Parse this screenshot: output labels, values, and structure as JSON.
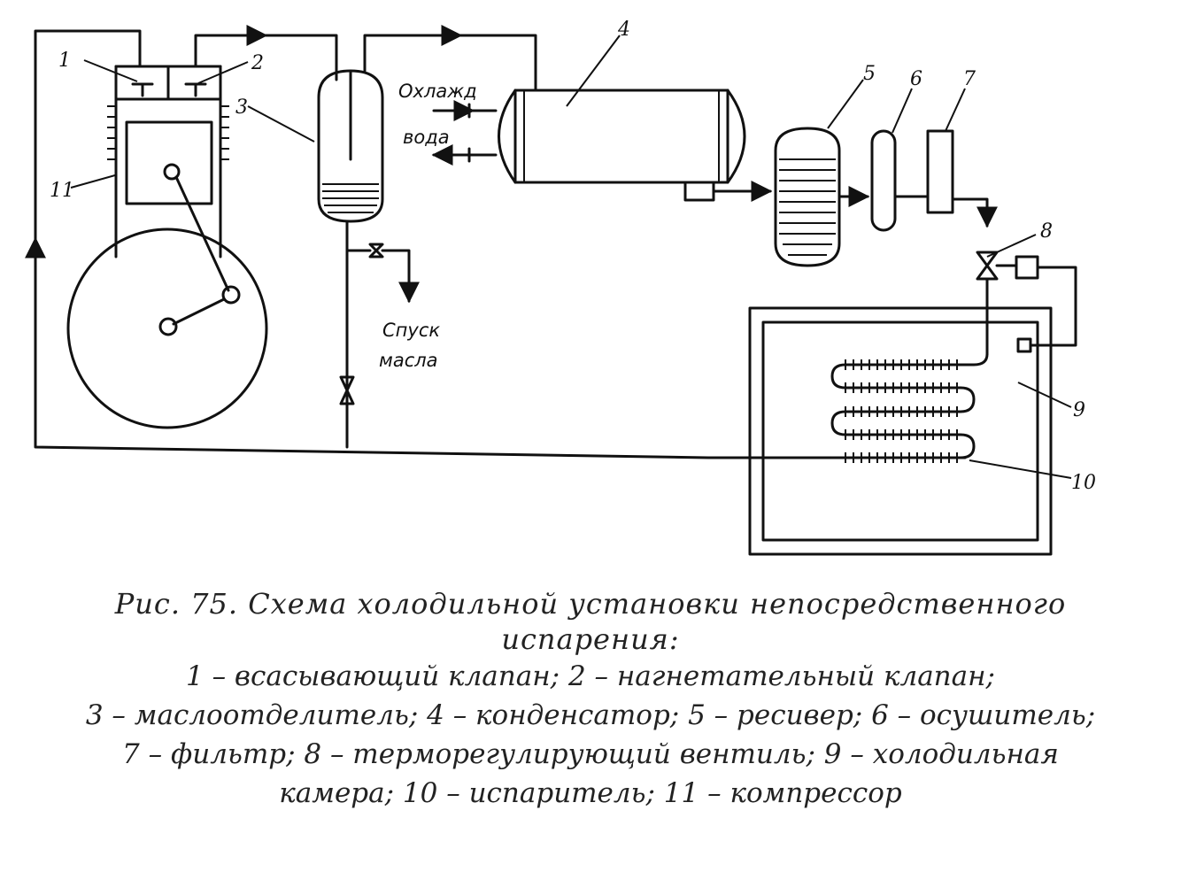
{
  "labels": {
    "n1": "1",
    "n2": "2",
    "n3": "3",
    "n4": "4",
    "n5": "5",
    "n6": "6",
    "n7": "7",
    "n8": "8",
    "n9": "9",
    "n10": "10",
    "n11": "11"
  },
  "annotations": {
    "water_line1": "Охлажд",
    "water_line2": "вода",
    "oil_line1": "Спуск",
    "oil_line2": "масла"
  },
  "caption": {
    "title_line1": "Рис. 75. Схема холодильной установки непосредственного",
    "title_line2": "испарения:",
    "legend_line1": "1 – всасывающий клапан; 2 – нагнетательный клапан;",
    "legend_line2": "3 – маслоотделитель; 4 – конденсатор; 5 – ресивер; 6 – осушитель;",
    "legend_line3": "7 – фильтр; 8 – терморегулирующий вентиль; 9 – холодильная",
    "legend_line4": "камера; 10 – испаритель; 11 – компрессор"
  }
}
